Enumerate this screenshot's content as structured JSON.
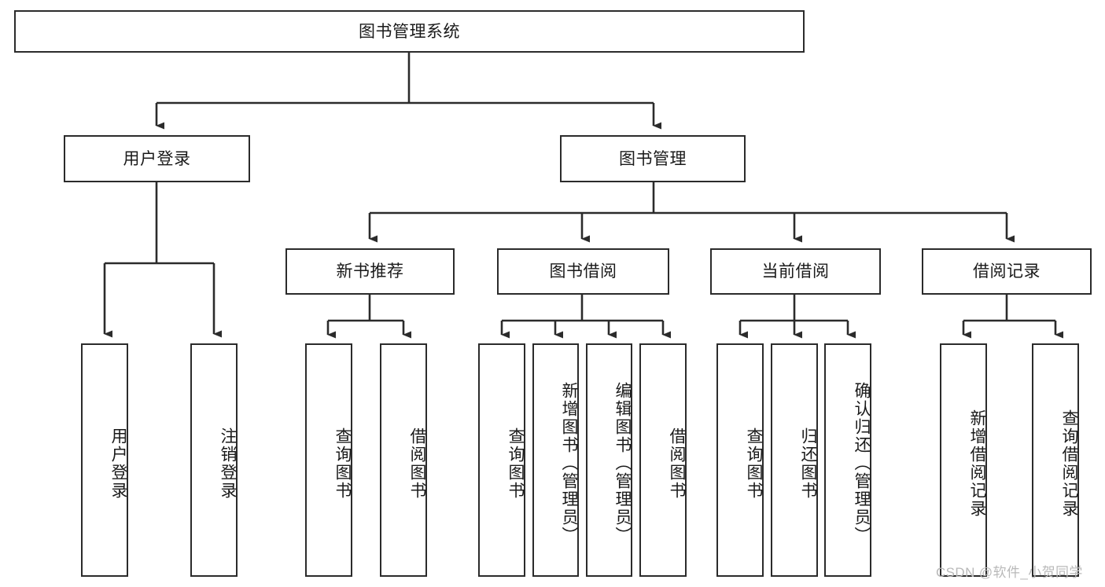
{
  "diagram": {
    "title": "图书管理系统",
    "watermark": "CSDN @软件_小贺同学",
    "root": {
      "label": "图书管理系统"
    },
    "level2": [
      {
        "label": "用户登录"
      },
      {
        "label": "图书管理"
      }
    ],
    "level3": [
      {
        "label": "新书推荐"
      },
      {
        "label": "图书借阅"
      },
      {
        "label": "当前借阅"
      },
      {
        "label": "借阅记录"
      }
    ],
    "leaves": [
      {
        "label": "用户登录",
        "parent": "用户登录"
      },
      {
        "label": "注销登录",
        "parent": "用户登录"
      },
      {
        "label": "查询图书",
        "parent": "新书推荐"
      },
      {
        "label": "借阅图书",
        "parent": "新书推荐"
      },
      {
        "label": "查询图书",
        "parent": "图书借阅"
      },
      {
        "label": "新增图书（管理员）",
        "parent": "图书借阅"
      },
      {
        "label": "编辑图书（管理员）",
        "parent": "图书借阅"
      },
      {
        "label": "借阅图书",
        "parent": "图书借阅"
      },
      {
        "label": "查询图书",
        "parent": "当前借阅"
      },
      {
        "label": "归还图书",
        "parent": "当前借阅"
      },
      {
        "label": "确认归还（管理员）",
        "parent": "当前借阅"
      },
      {
        "label": "新增借阅记录",
        "parent": "借阅记录"
      },
      {
        "label": "查询借阅记录",
        "parent": "借阅记录"
      }
    ],
    "colors": {
      "stroke": "#2b2b2b",
      "background": "#ffffff",
      "text": "#1a1a1a",
      "watermark": "#b9b9b9"
    }
  }
}
